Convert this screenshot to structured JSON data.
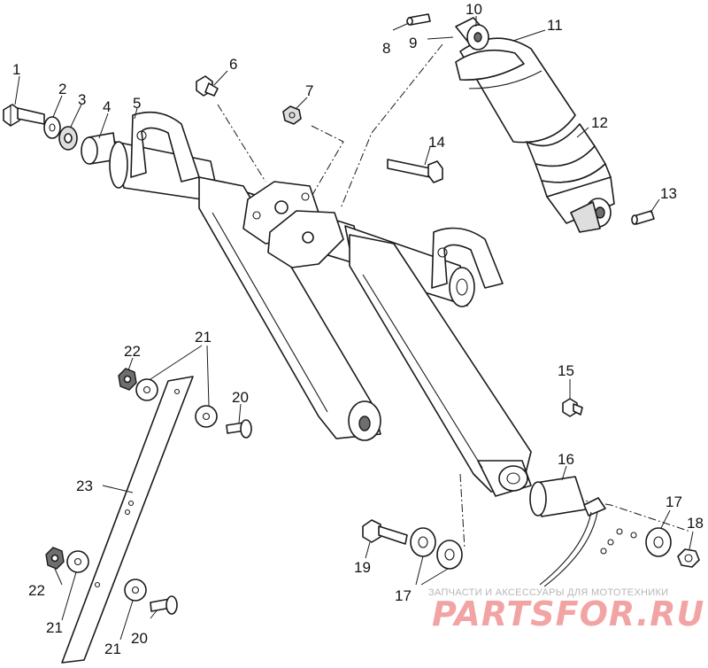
{
  "diagram": {
    "callouts": [
      {
        "id": "c1",
        "label": "1"
      },
      {
        "id": "c2",
        "label": "2"
      },
      {
        "id": "c3",
        "label": "3"
      },
      {
        "id": "c4",
        "label": "4"
      },
      {
        "id": "c5",
        "label": "5"
      },
      {
        "id": "c6",
        "label": "6"
      },
      {
        "id": "c7",
        "label": "7"
      },
      {
        "id": "c8",
        "label": "8"
      },
      {
        "id": "c9",
        "label": "9"
      },
      {
        "id": "c10",
        "label": "10"
      },
      {
        "id": "c11",
        "label": "11"
      },
      {
        "id": "c12",
        "label": "12"
      },
      {
        "id": "c13",
        "label": "13"
      },
      {
        "id": "c14",
        "label": "14"
      },
      {
        "id": "c15",
        "label": "15"
      },
      {
        "id": "c16",
        "label": "16"
      },
      {
        "id": "c17a",
        "label": "17"
      },
      {
        "id": "c17b",
        "label": "17"
      },
      {
        "id": "c18",
        "label": "18"
      },
      {
        "id": "c19",
        "label": "19"
      },
      {
        "id": "c20a",
        "label": "20"
      },
      {
        "id": "c20b",
        "label": "20"
      },
      {
        "id": "c21a",
        "label": "21"
      },
      {
        "id": "c21b",
        "label": "21"
      },
      {
        "id": "c21c",
        "label": "21"
      },
      {
        "id": "c22a",
        "label": "22"
      },
      {
        "id": "c22b",
        "label": "22"
      },
      {
        "id": "c23",
        "label": "23"
      }
    ]
  },
  "watermark": {
    "tagline": "ЗАПЧАСТИ И АКСЕССУАРЫ ДЛЯ МОТОТЕХНИКИ",
    "logo": "PARTSFOR.RU",
    "color": "#f2a0a0"
  }
}
